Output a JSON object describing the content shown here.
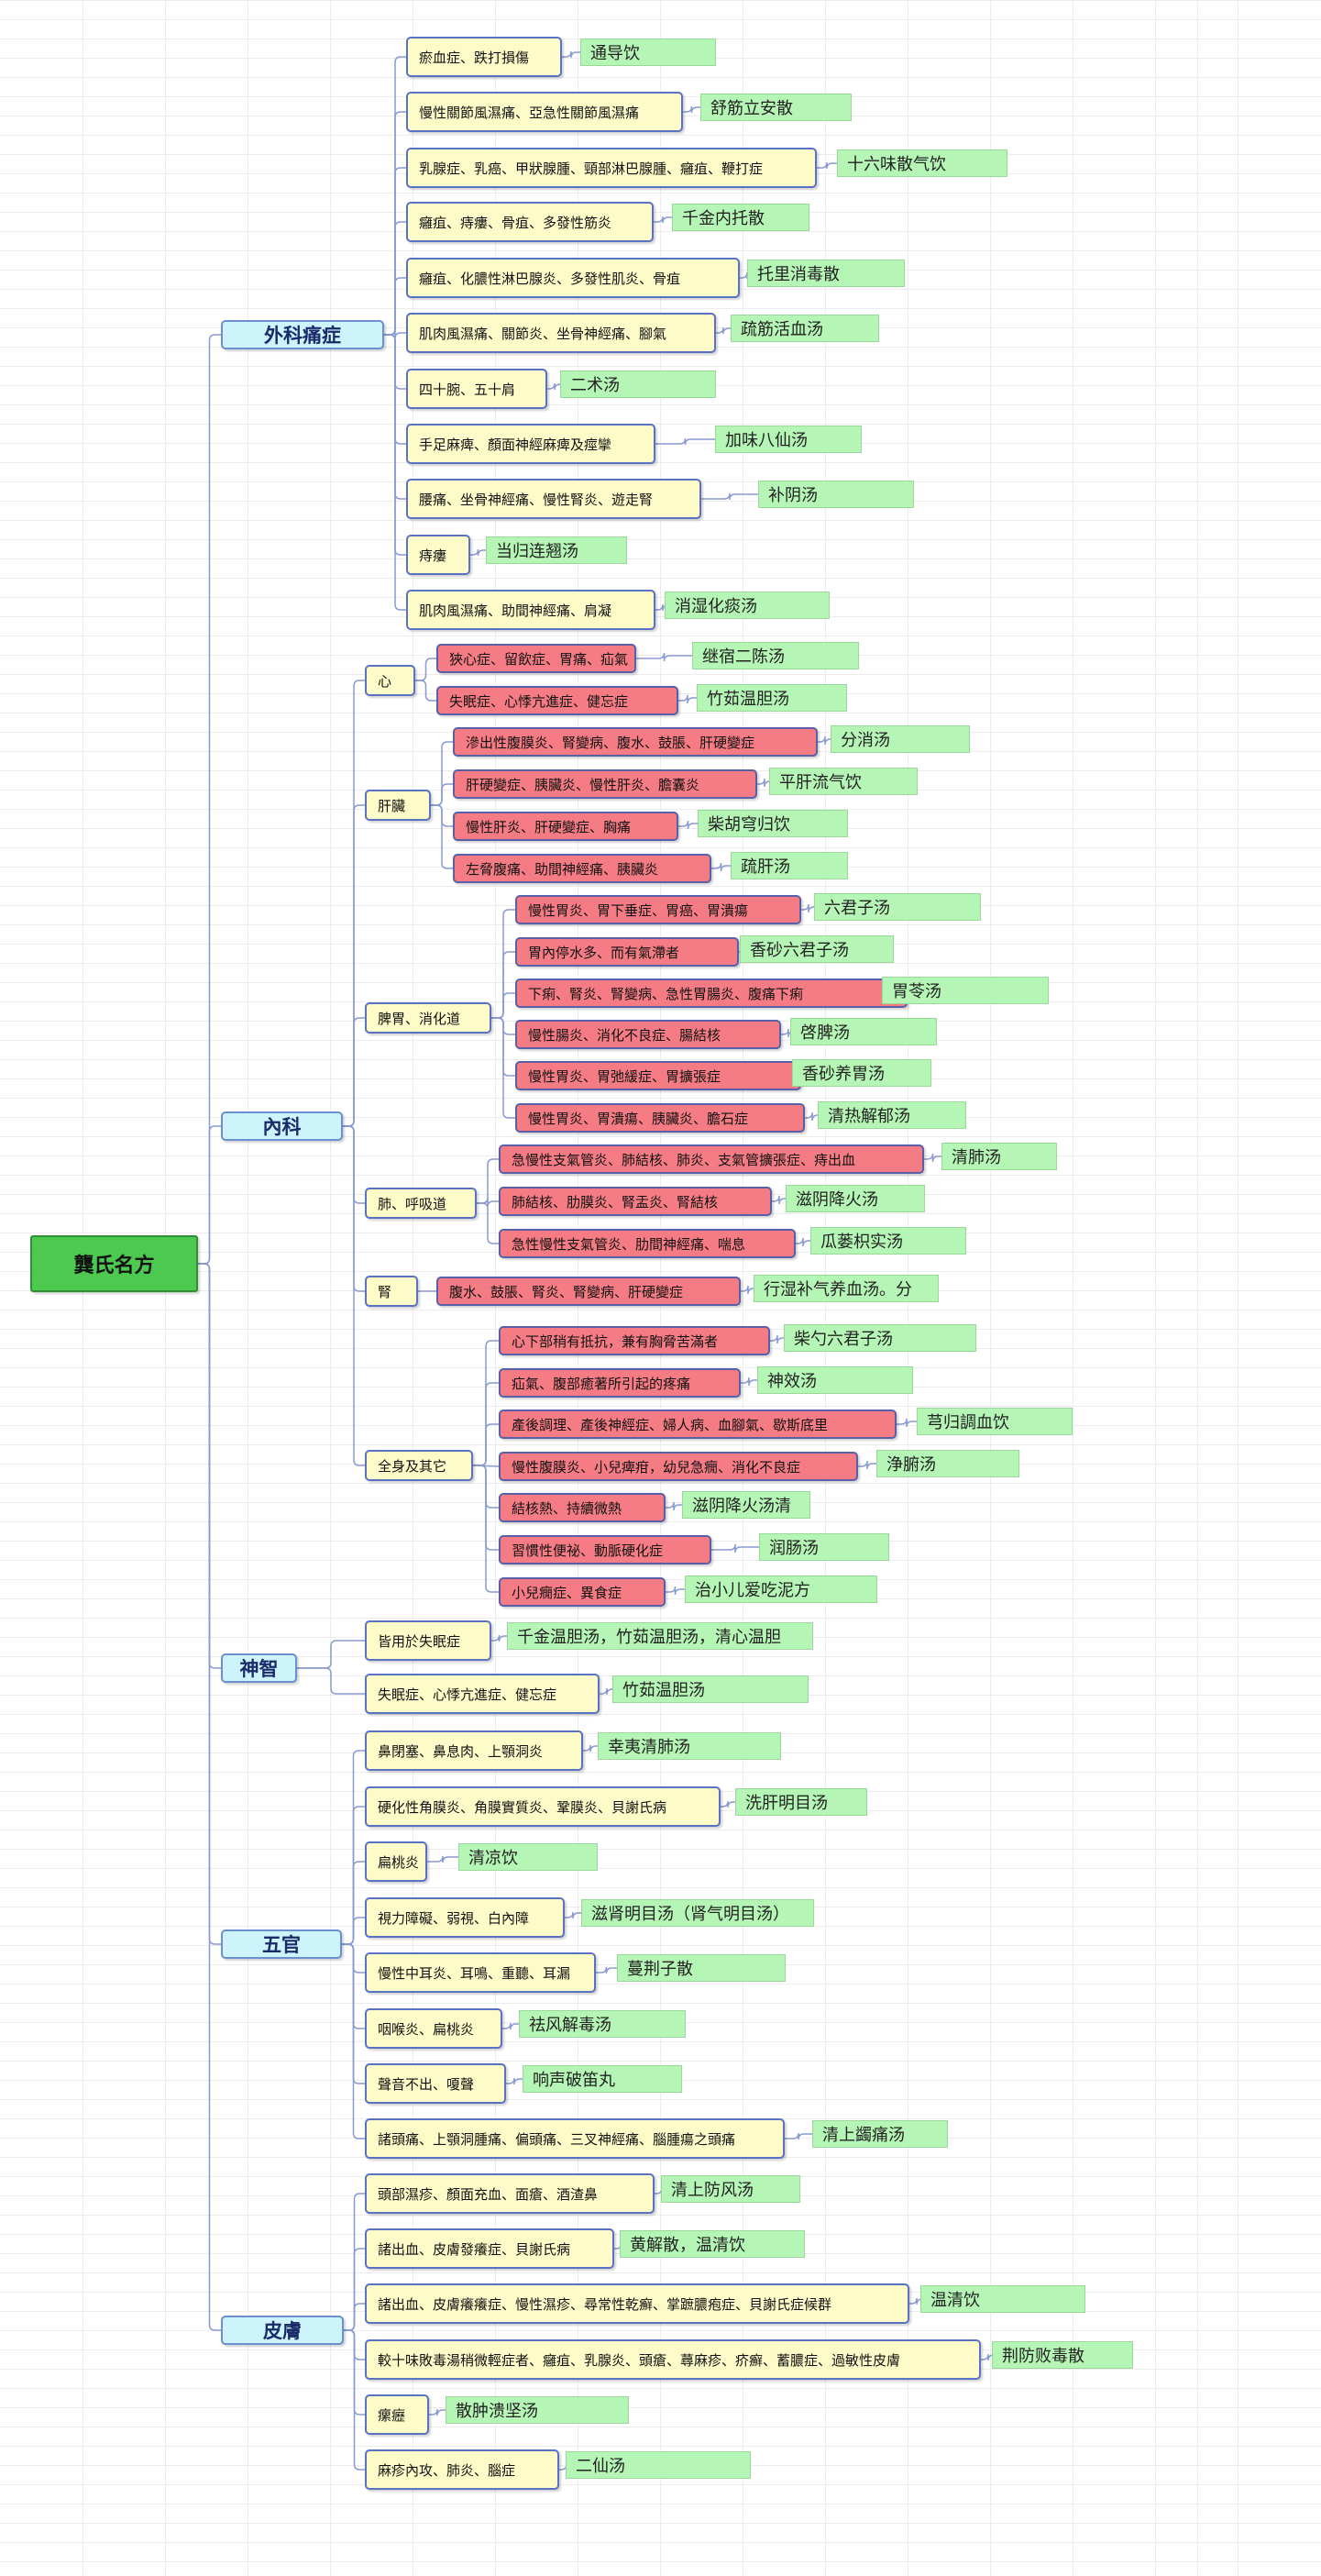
{
  "root": {
    "label": "龔氏名方"
  },
  "categories": [
    {
      "label": "外科痛症",
      "items": [
        {
          "label": "瘀血症、跌打損傷",
          "med": "通导饮"
        },
        {
          "label": "慢性關節風濕痛、亞急性關節風濕痛",
          "med": "舒筋立安散"
        },
        {
          "label": "乳腺症、乳癌、甲狀腺腫、頸部淋巴腺腫、癰疽、鞭打症",
          "med": "十六味散气饮"
        },
        {
          "label": "癰疽、痔瘻、骨疽、多發性筋炎",
          "med": "千金内托散"
        },
        {
          "label": "癰疽、化膿性淋巴腺炎、多發性肌炎、骨疽",
          "med": "托里消毒散"
        },
        {
          "label": "肌肉風濕痛、關節炎、坐骨神經痛、腳氣",
          "med": "疏筋活血汤"
        },
        {
          "label": "四十腕、五十肩",
          "med": "二术汤"
        },
        {
          "label": "手足麻痺、顏面神經麻痺及痙攣",
          "med": "加味八仙汤"
        },
        {
          "label": "腰痛、坐骨神經痛、慢性腎炎、遊走腎",
          "med": "补阴汤"
        },
        {
          "label": "痔瘻",
          "med": "当归连翘汤"
        },
        {
          "label": "肌肉風濕痛、助間神經痛、肩凝",
          "med": "消湿化痰汤"
        }
      ]
    },
    {
      "label": "內科",
      "groups": [
        {
          "label": "心",
          "items": [
            {
              "label": "狹心症、留飲症、胃痛、疝氣",
              "med": "继宿二陈汤"
            },
            {
              "label": "失眠症、心悸亢進症、健忘症",
              "med": "竹茹温胆汤"
            }
          ]
        },
        {
          "label": "肝臟",
          "items": [
            {
              "label": "滲出性腹膜炎、腎變病、腹水、鼓脹、肝硬變症",
              "med": "分消汤"
            },
            {
              "label": "肝硬變症、胰臟炎、慢性肝炎、膽囊炎",
              "med": "平肝流气饮"
            },
            {
              "label": "慢性肝炎、肝硬變症、胸痛",
              "med": "柴胡穹归饮"
            },
            {
              "label": "左脅腹痛、助間神經痛、胰臟炎",
              "med": "疏肝汤"
            }
          ]
        },
        {
          "label": "脾胃、消化道",
          "items": [
            {
              "label": "慢性胃炎、胃下垂症、胃癌、胃潰瘍",
              "med": "六君子汤"
            },
            {
              "label": "胃內停水多、而有氣滯者",
              "med": "香砂六君子汤"
            },
            {
              "label": "下痢、腎炎、腎變病、急性胃腸炎、腹痛下痢",
              "med": "胃苓汤"
            },
            {
              "label": "慢性腸炎、消化不良症、腸結核",
              "med": "啓脾汤"
            },
            {
              "label": "慢性胃炎、胃弛緩症、胃擴張症",
              "med": "香砂养胃汤"
            },
            {
              "label": "慢性胃炎、胃潰瘍、胰臟炎、膽石症",
              "med": "清热解郁汤"
            }
          ]
        },
        {
          "label": "肺、呼吸道",
          "items": [
            {
              "label": "急慢性支氣管炎、肺結核、肺炎、支氣管擴張症、痔出血",
              "med": "清肺汤"
            },
            {
              "label": "肺結核、肋膜炎、腎盂炎、腎結核",
              "med": "滋阴降火汤"
            },
            {
              "label": "急性慢性支氣管炎、肋間神經痛、喘息",
              "med": "瓜蒌枳实汤"
            }
          ]
        },
        {
          "label": "腎",
          "items": [
            {
              "label": "腹水、鼓脹、腎炎、腎變病、肝硬變症",
              "med": "行湿补气养血汤。分"
            }
          ]
        },
        {
          "label": "全身及其它",
          "items": [
            {
              "label": "心下部稍有抵抗，兼有胸脅苦滿者",
              "med": "柴勺六君子汤"
            },
            {
              "label": "疝氣、腹部癒著所引起的疼痛",
              "med": "神效汤"
            },
            {
              "label": "產後調理、產後神經症、婦人病、血腳氣、歇斯底里",
              "med": "芎归調血饮"
            },
            {
              "label": "慢性腹膜炎、小兒痺疳，幼兒急癇、消化不良症",
              "med": "浄腑汤"
            },
            {
              "label": "結核熱、持續微熱",
              "med": "滋阴降火汤清"
            },
            {
              "label": "習慣性便祕、動脈硬化症",
              "med": "润肠汤"
            },
            {
              "label": "小兒癇症、異食症",
              "med": "治小儿爱吃泥方"
            }
          ]
        }
      ]
    },
    {
      "label": "神智",
      "items": [
        {
          "label": "皆用於失眠症",
          "med": "千金温胆汤，竹茹温胆汤，清心温胆"
        },
        {
          "label": "失眠症、心悸亢進症、健忘症",
          "med": "竹茹温胆汤"
        }
      ]
    },
    {
      "label": "五官",
      "items": [
        {
          "label": "鼻閉塞、鼻息肉、上顎洞炎",
          "med": "幸夷清肺汤"
        },
        {
          "label": "硬化性角膜炎、角膜實質炎、鞏膜炎、貝謝氏病",
          "med": "洗肝明目汤"
        },
        {
          "label": "扁桃炎",
          "med": "清凉饮"
        },
        {
          "label": "視力障礙、弱視、白內障",
          "med": "滋肾明目汤（肾气明目汤）"
        },
        {
          "label": "慢性中耳炎、耳鳴、重聽、耳漏",
          "med": "蔓荆子散"
        },
        {
          "label": "咽喉炎、扁桃炎",
          "med": "祛风解毒汤"
        },
        {
          "label": "聲音不出、嗄聲",
          "med": "响声破笛丸"
        },
        {
          "label": "諸頭痛、上顎洞腫痛、偏頭痛、三叉神經痛、腦腫瘍之頭痛",
          "med": "清上蠲痛汤"
        }
      ]
    },
    {
      "label": "皮膚",
      "items": [
        {
          "label": "頭部濕疹、顏面充血、面瘡、酒渣鼻",
          "med": "清上防风汤"
        },
        {
          "label": "諸出血、皮膚發癢症、貝謝氏病",
          "med": "黄解散，温清饮"
        },
        {
          "label": "諸出血、皮膚癢癢症、慢性濕疹、尋常性乾癬、掌蹠膿疱症、貝謝氏症候群",
          "med": "温清饮"
        },
        {
          "label": "較十味敗毒湯稍微輕症者、癰疽、乳腺炎、頭瘡、蕁麻疹、疥癬、蓄膿症、過敏性皮膚",
          "med": "荆防败毒散"
        },
        {
          "label": "瘰癧",
          "med": "散肿溃坚汤"
        },
        {
          "label": "麻疹內攻、肺炎、腦症",
          "med": "二仙汤"
        }
      ]
    }
  ]
}
